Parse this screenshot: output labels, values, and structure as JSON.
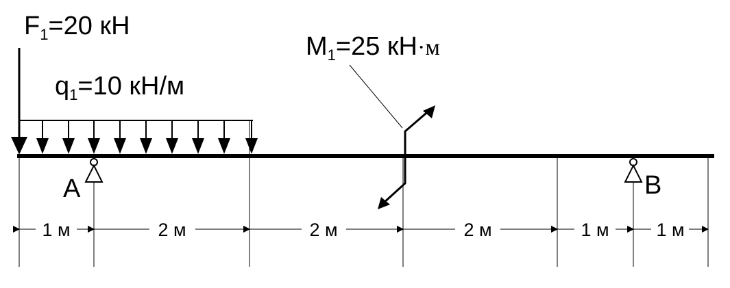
{
  "loads": {
    "force": {
      "symbol": "F",
      "index": "1",
      "value_text": "=20 кН",
      "magnitude_kN": 20
    },
    "distributed": {
      "symbol": "q",
      "index": "1",
      "value_text": "=10 кН/м",
      "magnitude_kN_per_m": 10
    },
    "moment": {
      "symbol": "M",
      "index": "1",
      "value_text": "=25 кН",
      "unit_suffix": "·м",
      "magnitude_kNm": 25
    }
  },
  "supports": {
    "a": {
      "label": "A",
      "type": "pin"
    },
    "b": {
      "label": "B",
      "type": "pin"
    }
  },
  "segments": [
    {
      "label": "1 м",
      "length_m": 1
    },
    {
      "label": "2 м",
      "length_m": 2
    },
    {
      "label": "2 м",
      "length_m": 2
    },
    {
      "label": "2 м",
      "length_m": 2
    },
    {
      "label": "1 м",
      "length_m": 1
    },
    {
      "label": "1 м",
      "length_m": 1
    }
  ]
}
